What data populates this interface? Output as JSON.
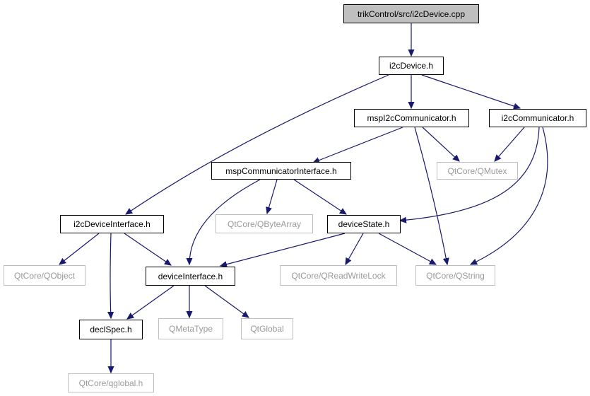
{
  "graph": {
    "colors": {
      "edge": "#191970",
      "root_fill": "#bfbfbf",
      "external_border": "#bfbfbf",
      "external_text": "#9a9a9a"
    },
    "nodes": {
      "root": {
        "label": "trikControl/src/i2cDevice.cpp",
        "kind": "root"
      },
      "i2cDevice_h": {
        "label": "i2cDevice.h",
        "kind": "local"
      },
      "mspI2cCommunicator_h": {
        "label": "mspI2cCommunicator.h",
        "kind": "local"
      },
      "i2cCommunicator_h": {
        "label": "i2cCommunicator.h",
        "kind": "local"
      },
      "qtcore_qmutex": {
        "label": "QtCore/QMutex",
        "kind": "external"
      },
      "mspCommunicatorInterface_h": {
        "label": "mspCommunicatorInterface.h",
        "kind": "local"
      },
      "i2cDeviceInterface_h": {
        "label": "i2cDeviceInterface.h",
        "kind": "local"
      },
      "qtcore_qbytearray": {
        "label": "QtCore/QByteArray",
        "kind": "external"
      },
      "deviceState_h": {
        "label": "deviceState.h",
        "kind": "local"
      },
      "qtcore_qobject": {
        "label": "QtCore/QObject",
        "kind": "external"
      },
      "deviceInterface_h": {
        "label": "deviceInterface.h",
        "kind": "local"
      },
      "qtcore_qreadwritelock": {
        "label": "QtCore/QReadWriteLock",
        "kind": "external"
      },
      "qtcore_qstring": {
        "label": "QtCore/QString",
        "kind": "external"
      },
      "declSpec_h": {
        "label": "declSpec.h",
        "kind": "local"
      },
      "qmetatype": {
        "label": "QMetaType",
        "kind": "external"
      },
      "qtglobal": {
        "label": "QtGlobal",
        "kind": "external"
      },
      "qtcore_qglobal_h": {
        "label": "QtCore/qglobal.h",
        "kind": "external"
      }
    }
  }
}
